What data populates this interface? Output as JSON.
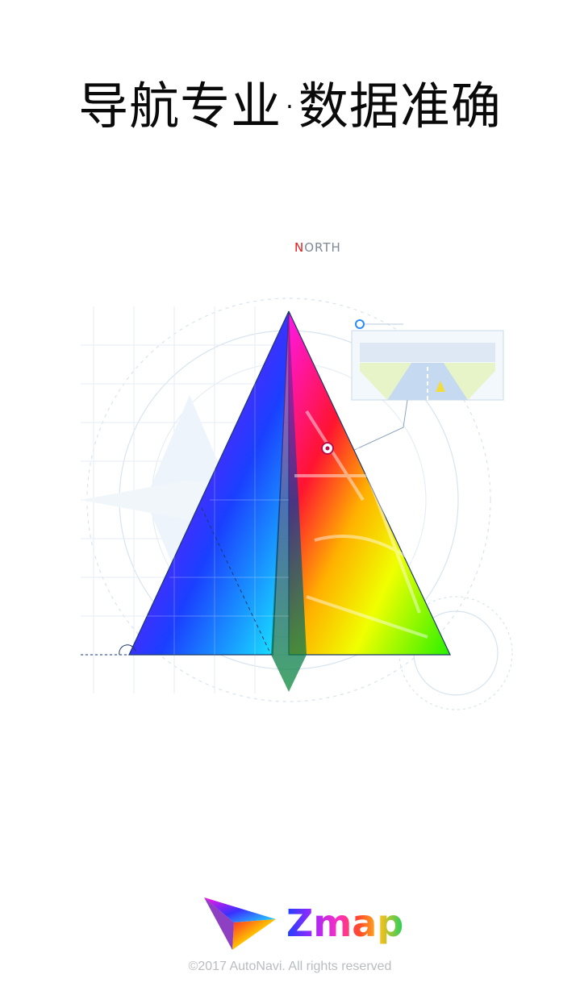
{
  "headline": "导航专业·数据准确",
  "hero": {
    "compass_label_first": "N",
    "compass_label_rest": "ORTH",
    "icon": "paper-plane-nav-icon"
  },
  "brand": {
    "name": "Zmap",
    "icon": "paper-plane-logo-icon"
  },
  "copyright": "©2017 AutoNavi. All rights reserved"
}
